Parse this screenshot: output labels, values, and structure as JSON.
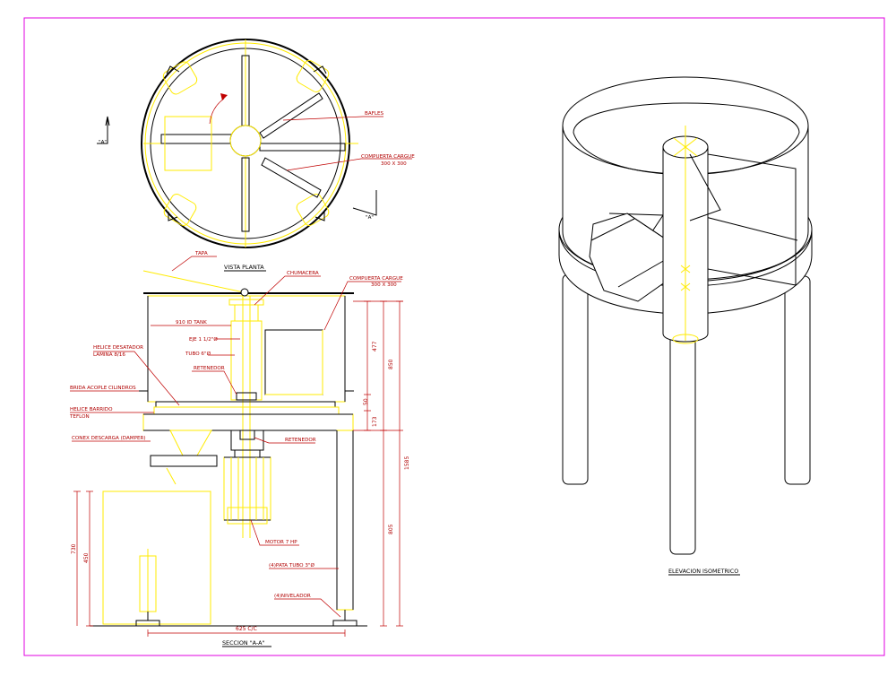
{
  "plan_view": {
    "title": "VISTA PLANTA",
    "labels": {
      "baffles": "BAFLES",
      "loading_gate": "COMPUERTA CARGUE",
      "loading_gate_size": "300 X 300",
      "section_mark": "\"A\""
    }
  },
  "section_view": {
    "title": "SECCION \"A-A\"",
    "labels": {
      "lid": "TAPA",
      "bearing": "CHUMACERA",
      "loading_gate": "COMPUERTA CARGUE",
      "loading_gate_size": "300 X 300",
      "tank_id": "910 ID TANK",
      "shaft": "EJE 1 1/2\"Ø",
      "tube": "TUBO 6\"Ø",
      "retainer": "RETENEDOR",
      "deagglomerator_propeller": "HELICE DESATADOR",
      "sheet": "LAMINA 8/16",
      "cylinder_coupling_flange": "BRIDA ACOPLE CILINDROS",
      "sweeping_propeller": "HELICE BARRIDO",
      "teflon": "TEFLON",
      "discharge_cone": "CONEX DESCARGA (DAMPER)",
      "retainer_2": "RETENEDOR",
      "motor": "MOTOR 7 HP",
      "leg": "(4)PATA TUBO 3\"Ø",
      "leveler": "(4)NIVELADOR"
    },
    "dimensions": {
      "d477": "477",
      "d850": "850",
      "d50": "50",
      "d173": "173",
      "d1585": "1585",
      "d805": "805",
      "d730": "730",
      "d450": "450",
      "d625": "625 C/C"
    }
  },
  "iso_view": {
    "title": "ELEVACION ISOMETRICO"
  },
  "colors": {
    "frame": "#e000e0",
    "leader": "#c00000",
    "geometry_yellow": "#ffeb00",
    "geometry_black": "#000000"
  }
}
